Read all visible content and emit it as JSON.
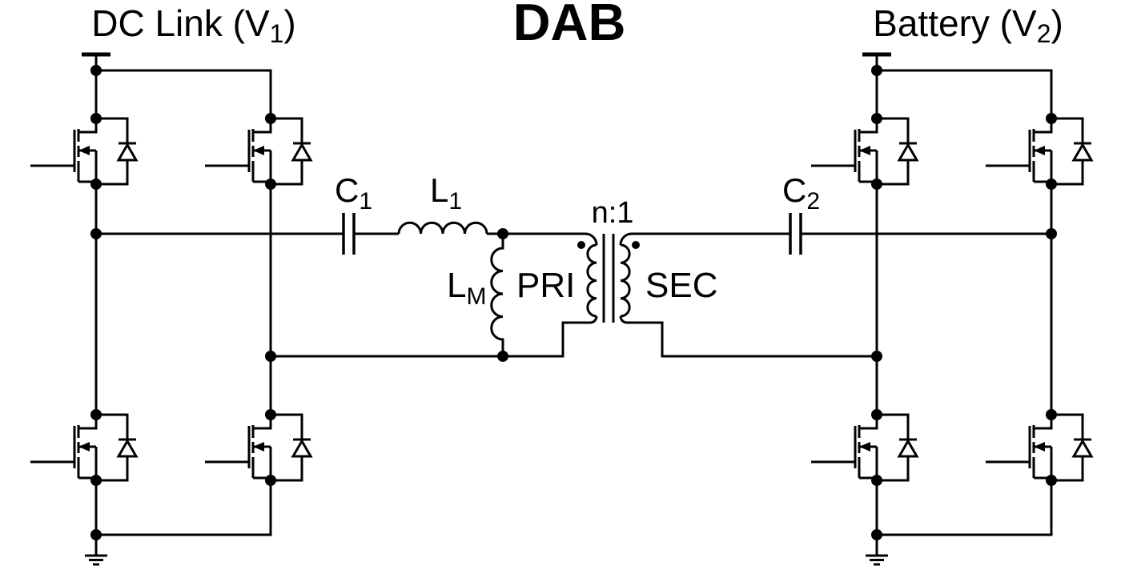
{
  "diagram": {
    "title": "DAB",
    "left_converter_label": {
      "pre": "DC Link (V",
      "sub": "1",
      "post": ")"
    },
    "right_converter_label": {
      "pre": "Battery (V",
      "sub": "2",
      "post": ")"
    },
    "components": {
      "c1": {
        "name": "C",
        "sub": "1"
      },
      "l1": {
        "name": "L",
        "sub": "1"
      },
      "lm": {
        "name": "L",
        "sub": "M"
      },
      "c2": {
        "name": "C",
        "sub": "2"
      },
      "transformer_ratio": "n:1",
      "primary_winding": "PRI",
      "secondary_winding": "SEC"
    },
    "colors": {
      "ink": "#000000",
      "background": "#ffffff"
    }
  }
}
